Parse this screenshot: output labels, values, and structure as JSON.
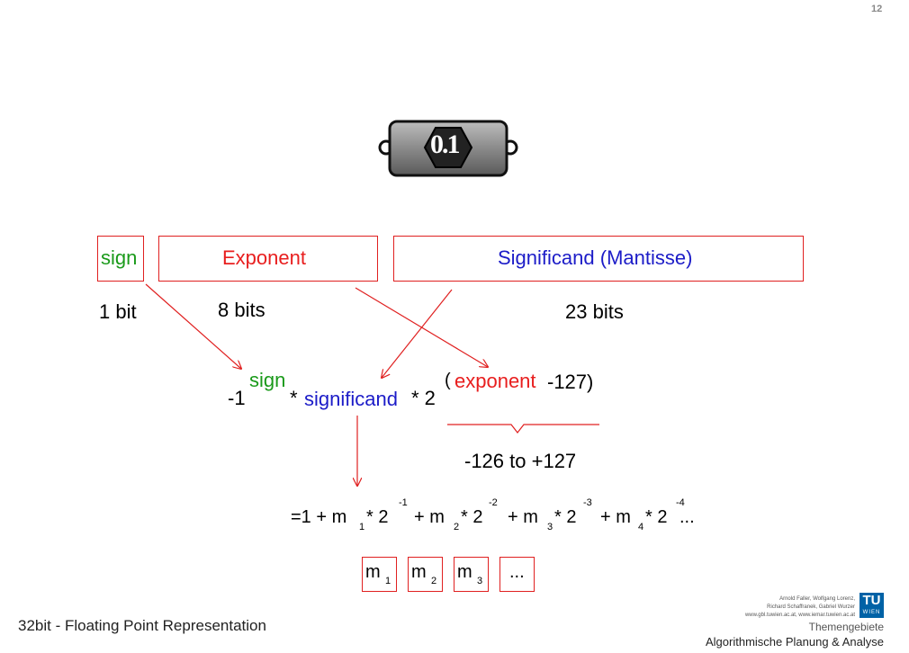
{
  "page_number": "12",
  "component_icon_label": "0.1",
  "fields": {
    "sign": "sign",
    "exponent": "Exponent",
    "significand": "Significand (Mantisse)"
  },
  "bits": {
    "sign": "1 bit",
    "exponent": "8 bits",
    "significand": "23 bits"
  },
  "formula": {
    "base": "-1",
    "sign_sup": "sign",
    "times1": "*",
    "significand": "significand",
    "times_two": "* 2",
    "open_paren": "(",
    "exponent_sup": "exponent",
    "bias": "-127)",
    "range": "-126 to +127"
  },
  "expansion": {
    "eq": "=1 + m",
    "sub1": "1",
    "t1": "* 2",
    "e1": "-1",
    "p2": "+ m",
    "sub2": "2",
    "t2": "* 2",
    "e2": "-2",
    "p3": "+ m",
    "sub3": "3",
    "t3": "* 2",
    "e3": "-3",
    "p4": "+ m",
    "sub4": "4",
    "t4": "* 2",
    "e4": "-4",
    "tail": "..."
  },
  "mantissa_boxes": [
    {
      "m": "m",
      "sub": "1"
    },
    {
      "m": "m",
      "sub": "2"
    },
    {
      "m": "m",
      "sub": "3"
    },
    {
      "m": "...",
      "sub": ""
    }
  ],
  "footer": {
    "title": "32bit - Floating Point Representation",
    "authors_line1": "Arnold Faller, Wolfgang Lorenz,",
    "authors_line2": "Richard Schaffranek, Gabriel Wurzer",
    "urls": "www.gbl.tuwien.ac.at, www.iemar.tuwien.ac.at",
    "logo_letters": "TU",
    "logo_sub": "WIEN",
    "category": "Themengebiete",
    "course": "Algorithmische Planung & Analyse"
  },
  "colors": {
    "sign": "#1a9a1a",
    "exponent": "#e81e1e",
    "significand": "#1c1cc8",
    "arrows": "#e02020",
    "logo": "#0062a6"
  }
}
